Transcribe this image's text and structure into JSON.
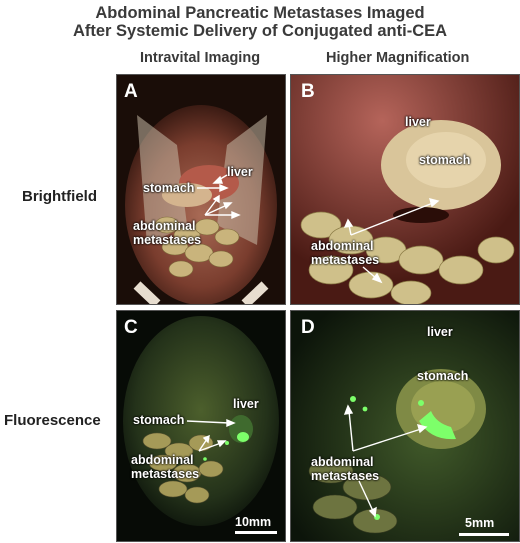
{
  "title": {
    "line1": "Abdominal Pancreatic Metastases Imaged",
    "line2": "After Systemic Delivery of Conjugated anti-CEA"
  },
  "columns": {
    "left": "Intravital Imaging",
    "right": "Higher Magnification"
  },
  "rows": {
    "top": "Brightfield",
    "bottom": "Fluorescence"
  },
  "panels": {
    "A": {
      "letter": "A",
      "liver": "liver",
      "stomach": "stomach",
      "metastases_1": "abdominal",
      "metastases_2": "metastases"
    },
    "B": {
      "letter": "B",
      "liver": "liver",
      "stomach": "stomach",
      "metastases_1": "abdominal",
      "metastases_2": "metastases"
    },
    "C": {
      "letter": "C",
      "liver": "liver",
      "stomach": "stomach",
      "metastases_1": "abdominal",
      "metastases_2": "metastases",
      "scale": "10mm"
    },
    "D": {
      "letter": "D",
      "liver": "liver",
      "stomach": "stomach",
      "metastases_1": "abdominal",
      "metastases_2": "metastases",
      "scale": "5mm"
    }
  },
  "colors": {
    "fluorescence": "#7dff6a",
    "tissue": "#d9c59a"
  }
}
